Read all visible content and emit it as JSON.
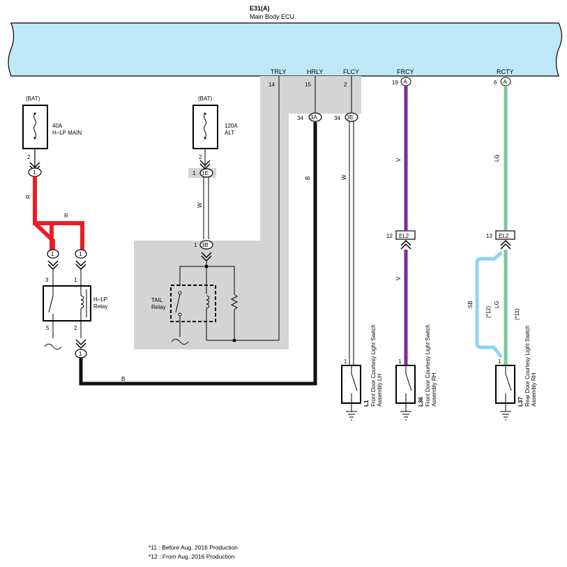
{
  "ecu": {
    "code": "E31(A)",
    "name": "Main Body ECU"
  },
  "ecu_terminals": [
    {
      "name": "TRLY",
      "pin": "14"
    },
    {
      "name": "HRLY",
      "pin": "15"
    },
    {
      "name": "FLCY",
      "pin": "2"
    },
    {
      "name": "FRCY",
      "pin": "19",
      "connector": "A"
    },
    {
      "name": "RCTY",
      "pin": "6",
      "connector": "A"
    }
  ],
  "fuses": [
    {
      "source": "(BAT)",
      "rating": "40A",
      "name": "H–LP MAIN",
      "pin": "2"
    },
    {
      "source": "(BAT)",
      "rating": "120A",
      "name": "ALT",
      "pin": "2"
    }
  ],
  "junctions": {
    "hlp_fuse_out": {
      "pin": "1"
    },
    "alt_1E": {
      "pin": "1",
      "code": "1E"
    },
    "3B": {
      "pin": "1",
      "code": "3B"
    },
    "3A": {
      "pin": "34",
      "code": "3A"
    },
    "3E": {
      "pin": "34",
      "code": "3E"
    },
    "relay_in_a": "1",
    "relay_in_b": "1",
    "relay_out": "1",
    "EL2_left": {
      "pin": "12",
      "code": "EL2"
    },
    "EL2_right": {
      "pin": "13",
      "code": "EL2"
    }
  },
  "relays": {
    "hlp": {
      "name": "H–LP",
      "name2": "Relay",
      "pins": [
        "3",
        "1",
        "5",
        "2"
      ]
    },
    "tail": {
      "name": "TAIL",
      "name2": "Relay"
    }
  },
  "wires": {
    "r1": "R",
    "r2": "R",
    "w_alt": "W",
    "b_3a": "B",
    "w_3e": "W",
    "v1": "V",
    "v2": "V",
    "lg1": "LG",
    "lg2": "LG",
    "sb": "SB",
    "b_bottom": "B"
  },
  "variants": {
    "n12": "(*12)",
    "n11": "(*11)"
  },
  "switches": [
    {
      "pin": "1",
      "code": "L1",
      "line1": "Front Door Courtesy Light Switch",
      "line2": "Assembly LH"
    },
    {
      "pin": "1",
      "code": "L36",
      "line1": "Front Door Courtesy Light Switch",
      "line2": "Assembly RH"
    },
    {
      "pin": "1",
      "code": "L37",
      "line1": "Rear Door Courtesy Light Switch",
      "line2": "Assembly RH"
    }
  ],
  "footnotes": [
    "*11 : Before Aug.  2016 Production",
    "*12 : From Aug.  2016 Production"
  ],
  "colors": {
    "ecu_fill": "#bfe8f7",
    "grey_box": "#d4d4d4",
    "wire_red": "#ee1c25",
    "wire_black": "#111111",
    "wire_violet": "#7a2a9a",
    "wire_light_green": "#7cc89a",
    "wire_sky_blue": "#8fd3f2"
  }
}
